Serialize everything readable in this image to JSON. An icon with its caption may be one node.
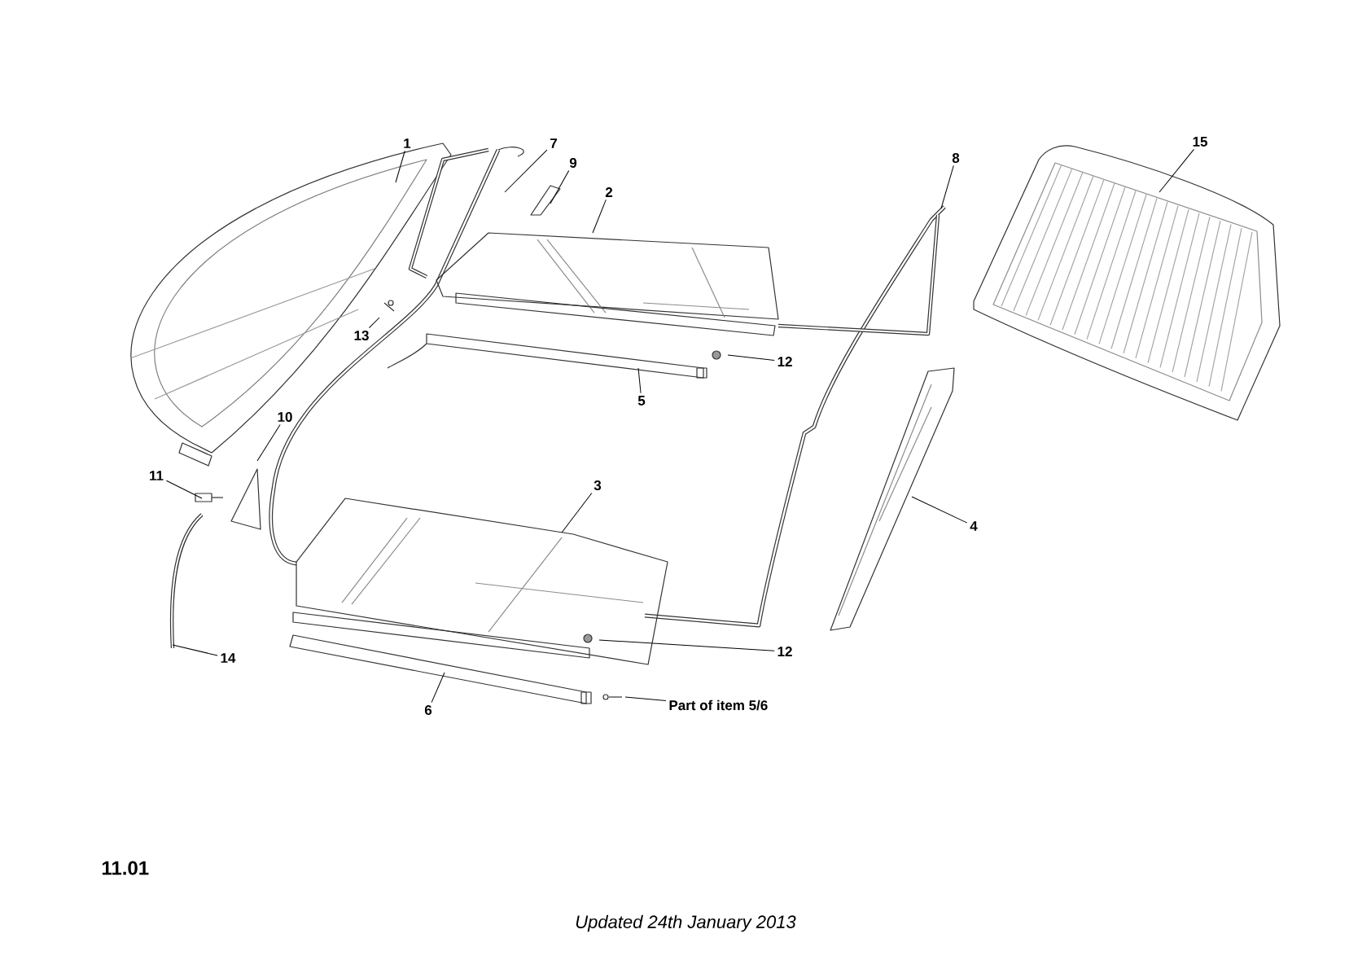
{
  "diagram": {
    "caption": "Updated 24th January 2013",
    "nodes": [
      {
        "text": [
          "1"
        ]
      },
      {
        "text": [
          "7"
        ]
      },
      {
        "text": [
          "9"
        ]
      },
      {
        "text": [
          "2"
        ]
      },
      {
        "text": [
          "8"
        ]
      },
      {
        "text": [
          "15"
        ]
      },
      {
        "text": [
          "13"
        ]
      },
      {
        "text": [
          "12"
        ]
      },
      {
        "text": [
          "5"
        ]
      },
      {
        "text": [
          "10"
        ]
      },
      {
        "text": [
          "11"
        ]
      },
      {
        "text": [
          "3"
        ]
      },
      {
        "text": [
          "4"
        ]
      },
      {
        "text": [
          "12"
        ]
      },
      {
        "text": [
          "14"
        ]
      },
      {
        "text": [
          "6"
        ]
      },
      {
        "text": [
          "Part of item 5/6"
        ]
      }
    ],
    "edges": [
      {
        "from": 0,
        "to": null,
        "arrow": "none"
      },
      {
        "from": 1,
        "to": null,
        "arrow": "none"
      },
      {
        "from": 2,
        "to": null,
        "arrow": "none"
      },
      {
        "from": 3,
        "to": null,
        "arrow": "none"
      },
      {
        "from": 4,
        "to": null,
        "arrow": "none"
      },
      {
        "from": 5,
        "to": null,
        "arrow": "none"
      },
      {
        "from": 6,
        "to": null,
        "arrow": "none"
      },
      {
        "from": 7,
        "to": null,
        "arrow": "none"
      },
      {
        "from": 8,
        "to": null,
        "arrow": "none"
      },
      {
        "from": 9,
        "to": null,
        "arrow": "none"
      },
      {
        "from": 10,
        "to": null,
        "arrow": "none"
      },
      {
        "from": 11,
        "to": null,
        "arrow": "none"
      },
      {
        "from": 12,
        "to": null,
        "arrow": "none"
      },
      {
        "from": 13,
        "to": null,
        "arrow": "none"
      },
      {
        "from": 14,
        "to": null,
        "arrow": "none"
      },
      {
        "from": 15,
        "to": null,
        "arrow": "none"
      },
      {
        "from": 16,
        "to": null,
        "arrow": "none"
      }
    ],
    "labels": [
      "11.01"
    ]
  }
}
